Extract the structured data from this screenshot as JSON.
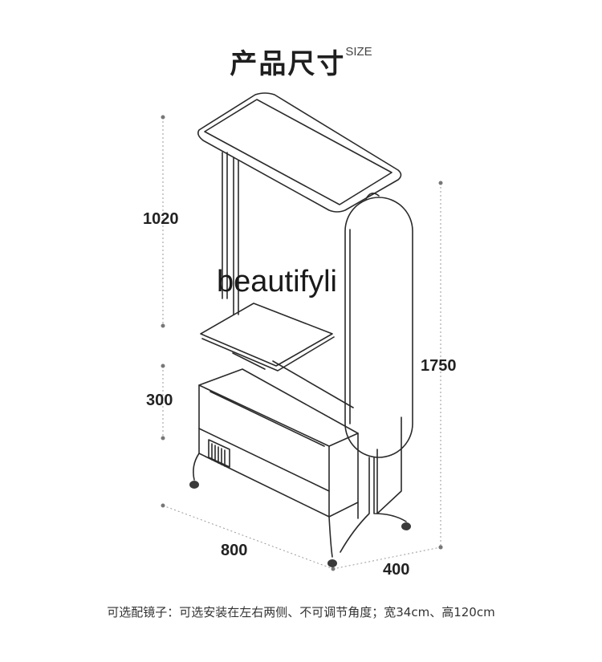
{
  "header": {
    "title": "产品尺寸",
    "title_suffix": "SIZE"
  },
  "dimensions": {
    "upper_height": "1020",
    "drawer_height": "300",
    "total_height": "1750",
    "width": "800",
    "depth": "400"
  },
  "watermark": "beautifyli",
  "footnote": "可选配镜子：可选安装在左右两侧、不可调节角度；宽34cm、高120cm"
}
